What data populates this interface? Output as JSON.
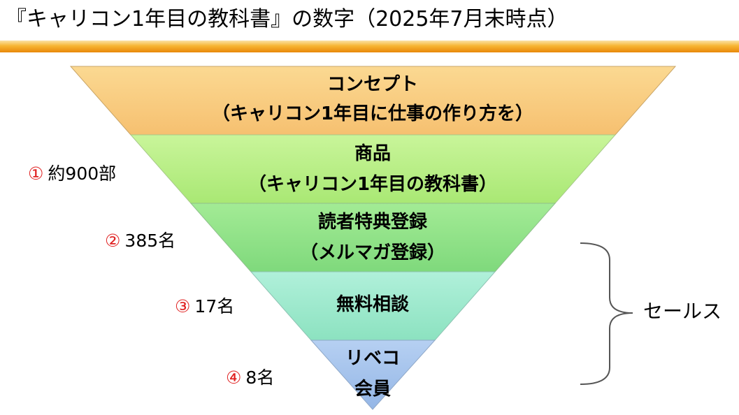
{
  "title": "『キャリコン1年目の教科書』の数字（2025年7月末時点）",
  "colors": {
    "tier1": "#f9c97c",
    "tier2": "#b5ee7e",
    "tier3": "#8cdf86",
    "tier4": "#9be8c8",
    "tier5": "#a4c2ec",
    "accent_number": "#e02020",
    "bar": "#f29b1a"
  },
  "tiers": [
    {
      "line1": "コンセプト",
      "line2": "（キャリコン1年目に仕事の作り方を）"
    },
    {
      "line1": "商品",
      "line2": "（キャリコン1年目の教科書）"
    },
    {
      "line1": "読者特典登録",
      "line2": "（メルマガ登録）"
    },
    {
      "line1": "無料相談"
    },
    {
      "line1": "リベコ",
      "line2": "会員"
    }
  ],
  "side_labels": [
    {
      "number": "①",
      "text": "約900部"
    },
    {
      "number": "②",
      "text": "385名"
    },
    {
      "number": "③",
      "text": "17名"
    },
    {
      "number": "④",
      "text": "8名"
    }
  ],
  "bracket_label": "セールス"
}
